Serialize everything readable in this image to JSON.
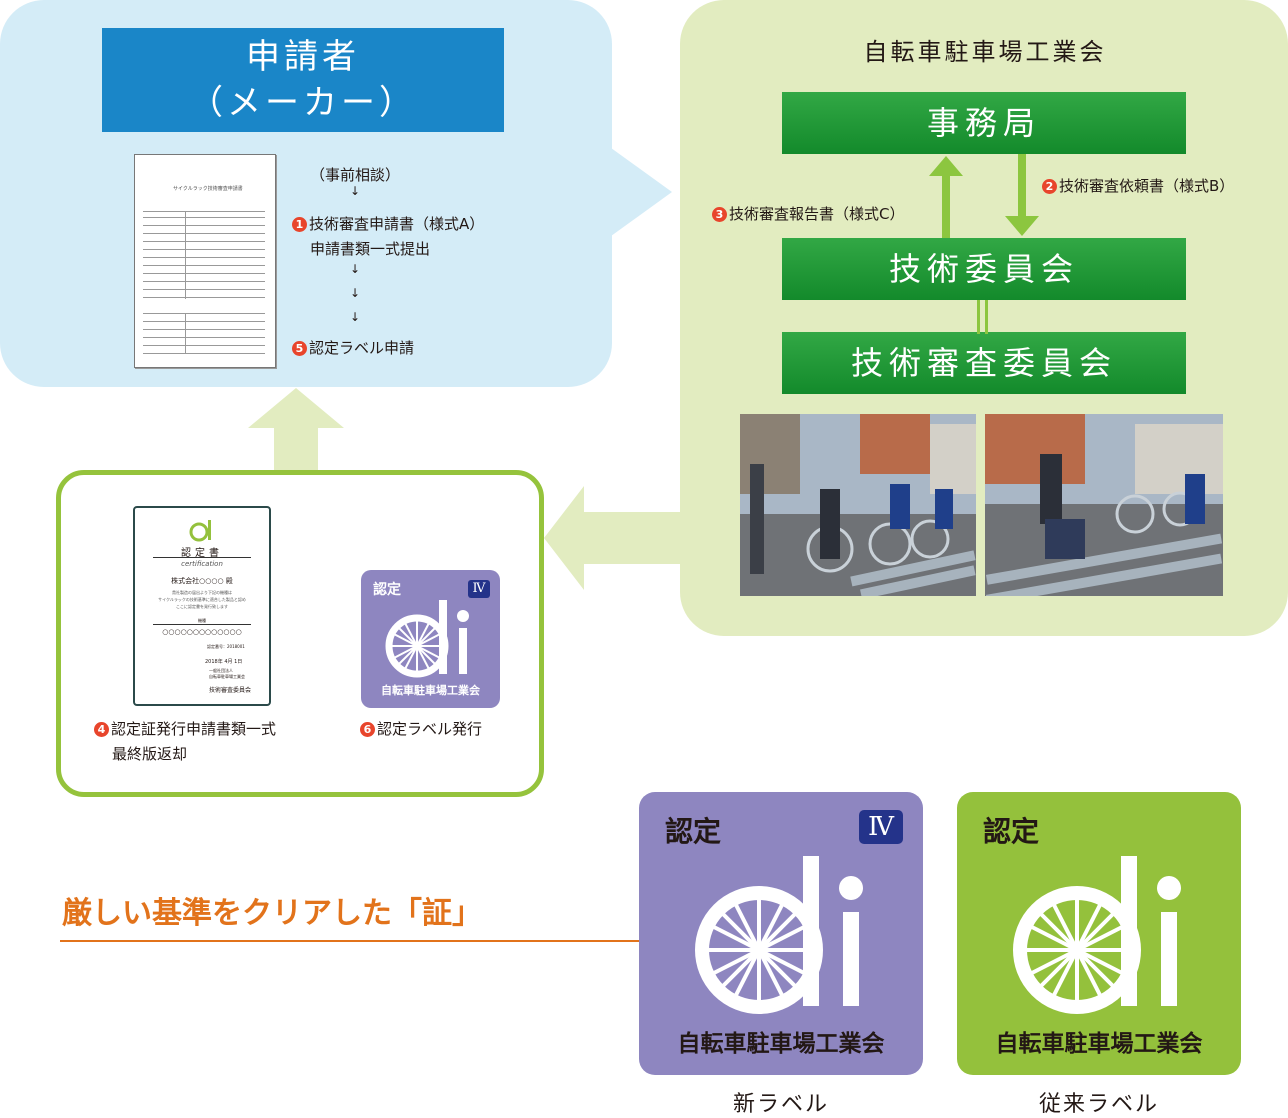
{
  "applicant": {
    "title": "申請者",
    "subtitle": "（メーカー）",
    "pre_consult": "（事前相談）",
    "step1_num": "1",
    "step1_line1": "技術審査申請書（様式A）",
    "step1_line2": "申請書類一式提出",
    "step5_num": "5",
    "step5": "認定ラベル申請",
    "form_title": "サイクルラック技術審査申請書"
  },
  "association": {
    "title": "自転車駐車場工業会",
    "secretariat": "事務局",
    "tech_committee": "技術委員会",
    "review_committee": "技術審査委員会",
    "step2_num": "2",
    "step2": "技術審査依頼書（様式B）",
    "step3_num": "3",
    "step3": "技術審査報告書（様式C）"
  },
  "certificate": {
    "heading": "認定書",
    "heading_en": "certification",
    "company": "株式会社○○○○ 殿",
    "body1": "貴社製造の届出より下記の機種は",
    "body2": "サイクルラックの技術基準に適合した製品と認め",
    "body3": "ここに認定書を発行致します",
    "product_label": "機種",
    "product": "○○○○○○○○○○○○○",
    "number": "認定番号：2018001",
    "date": "2018年 4月 1日",
    "issuer1": "一般社団法人",
    "issuer2": "自転車駐車場工業会",
    "issuer3": "技術審査委員会",
    "step4_num": "4",
    "step4_line1": "認定証発行申請書類一式",
    "step4_line2": "最終版返却",
    "step6_num": "6",
    "step6": "認定ラベル発行"
  },
  "labels": {
    "tagline": "厳しい基準をクリアした「証」",
    "badge_title": "認定",
    "badge_grade": "Ⅳ",
    "badge_org": "自転車駐車場工業会",
    "new_label": "新ラベル",
    "old_label": "従来ラベル"
  },
  "colors": {
    "applicant_bg": "#d4ecf7",
    "applicant_head": "#1a86c8",
    "association_bg": "#e2ecc0",
    "committee_green": "#1f9a36",
    "cert_border": "#95c33c",
    "new_label_purple": "#8e86c0",
    "old_label_green": "#94c13c",
    "tagline_orange": "#e2731b",
    "step_number_red": "#e8452c"
  }
}
